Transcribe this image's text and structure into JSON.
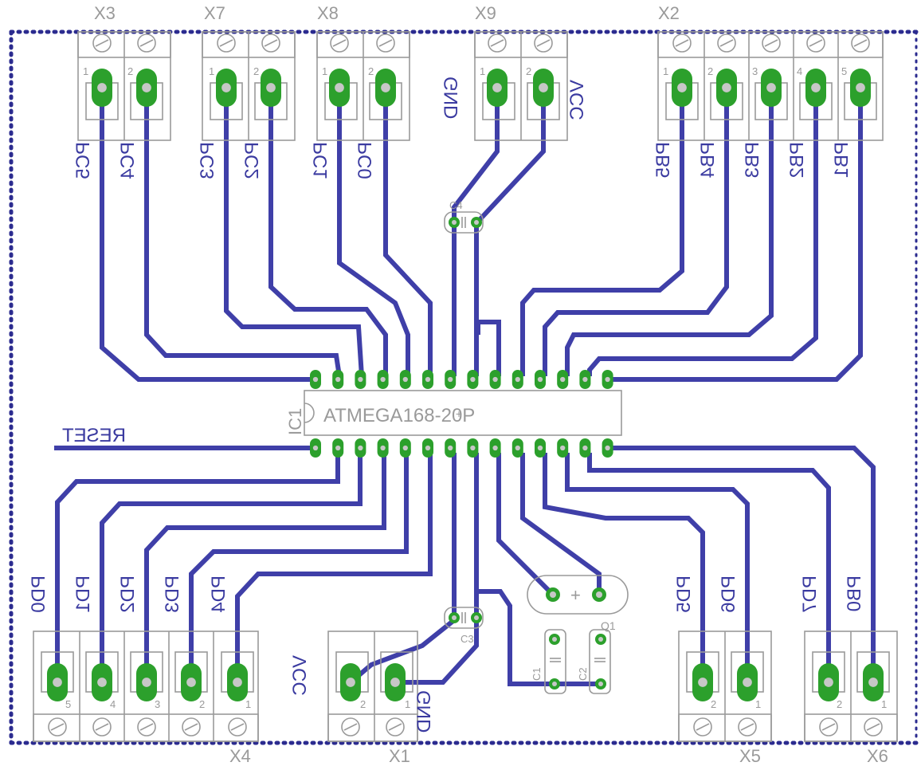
{
  "board": {
    "ic": {
      "refdes": "IC1",
      "value": "ATMEGA168-20P"
    },
    "connectors": {
      "top": [
        {
          "ref": "X3",
          "pins": [
            "1",
            "2"
          ],
          "signals": [
            "PC5",
            "PC4"
          ]
        },
        {
          "ref": "X7",
          "pins": [
            "1",
            "2"
          ],
          "signals": [
            "PC3",
            "PC2"
          ]
        },
        {
          "ref": "X8",
          "pins": [
            "1",
            "2"
          ],
          "signals": [
            "PC1",
            "PC0"
          ]
        },
        {
          "ref": "X9",
          "pins": [
            "1",
            "2"
          ],
          "signals": [
            "GND",
            "VCC"
          ]
        },
        {
          "ref": "X2",
          "pins": [
            "1",
            "2",
            "3",
            "4",
            "5"
          ],
          "signals": [
            "PB5",
            "PB4",
            "PB3",
            "PB2",
            "PB1"
          ]
        }
      ],
      "bottom": [
        {
          "ref": "X4",
          "pins": [
            "5",
            "4",
            "3",
            "2",
            "1"
          ],
          "signals": [
            "PD0",
            "PD1",
            "PD2",
            "PD3",
            "PD4"
          ]
        },
        {
          "ref": "X1",
          "pins": [
            "2",
            "1"
          ],
          "signals": [
            "VCC",
            "GND"
          ]
        },
        {
          "ref": "X5",
          "pins": [
            "2",
            "1"
          ],
          "signals": [
            "PD5",
            "PD6"
          ]
        },
        {
          "ref": "X6",
          "pins": [
            "2",
            "1"
          ],
          "signals": [
            "PD7",
            "PB0"
          ]
        }
      ]
    },
    "reset_label": "RESET",
    "parts": {
      "c1": "C1",
      "c2": "C2",
      "c3": "C3",
      "c4": "C4",
      "q1": "Q1"
    },
    "colors": {
      "trace": "#3f3fa8",
      "pad": "#2ca02c",
      "silk": "#9a9a9a",
      "text": "#3a3aa0",
      "border": "#2b2b8f"
    }
  }
}
